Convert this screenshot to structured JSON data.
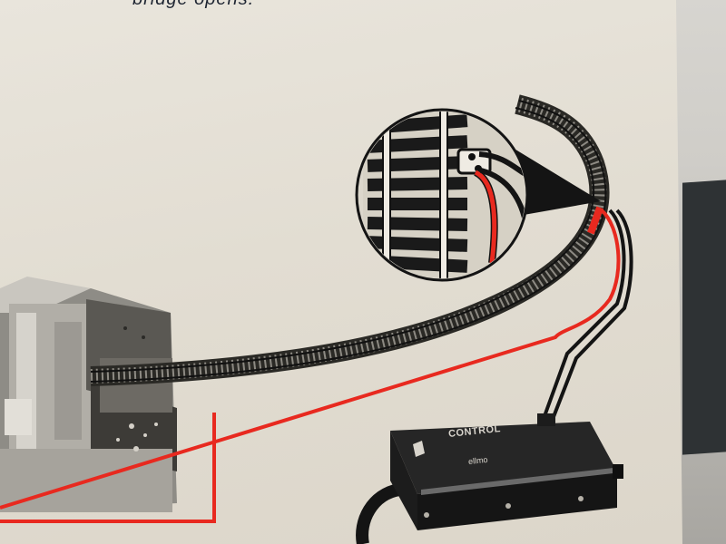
{
  "document": {
    "caption_text": "bridge opens.",
    "unit_label": "CONTROL",
    "unit_brand": "ellmo"
  },
  "colors": {
    "paper": "#e6e1d7",
    "ink": "#1b1b1b",
    "wire_red": "#e8291f",
    "wire_black": "#161616",
    "caption_ink": "#1d2431"
  },
  "icons": {
    "magnifier": "zoom-detail-circle",
    "track": "curved-rail-track",
    "control_unit": "control-box"
  }
}
